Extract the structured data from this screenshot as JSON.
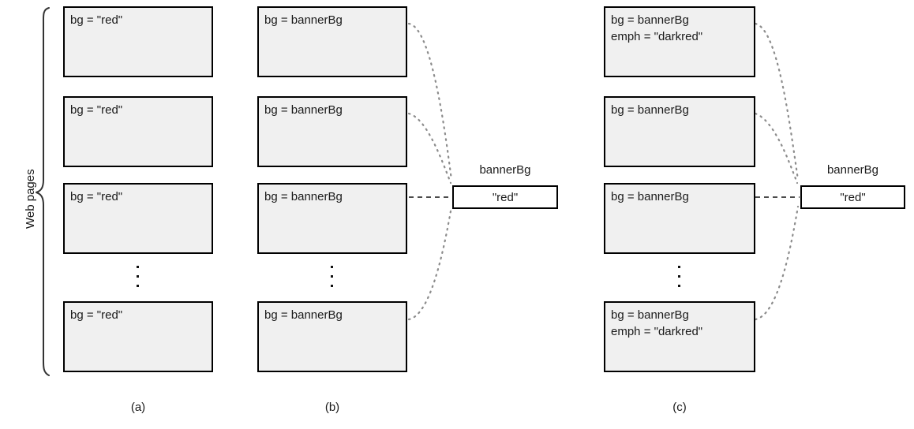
{
  "figure": {
    "group_label": "Web pages",
    "ellipsis_glyph": "vertical-ellipsis"
  },
  "columns": [
    {
      "id": "a",
      "caption": "(a)",
      "has_value_box": false,
      "boxes": [
        {
          "lines": [
            "bg = \"red\""
          ]
        },
        {
          "lines": [
            "bg = \"red\""
          ]
        },
        {
          "lines": [
            "bg = \"red\""
          ]
        },
        {
          "lines": [
            "bg = \"red\""
          ]
        }
      ]
    },
    {
      "id": "b",
      "caption": "(b)",
      "has_value_box": true,
      "value_name": "bannerBg",
      "value_text": "\"red\"",
      "boxes": [
        {
          "lines": [
            "bg = bannerBg"
          ]
        },
        {
          "lines": [
            "bg = bannerBg"
          ]
        },
        {
          "lines": [
            "bg = bannerBg"
          ]
        },
        {
          "lines": [
            "bg = bannerBg"
          ]
        }
      ]
    },
    {
      "id": "c",
      "caption": "(c)",
      "has_value_box": true,
      "value_name": "bannerBg",
      "value_text": "\"red\"",
      "boxes": [
        {
          "lines": [
            "bg = bannerBg",
            "emph = \"darkred\""
          ]
        },
        {
          "lines": [
            "bg = bannerBg"
          ]
        },
        {
          "lines": [
            "bg = bannerBg"
          ]
        },
        {
          "lines": [
            "bg = bannerBg",
            "emph = \"darkred\""
          ]
        }
      ]
    }
  ],
  "colors": {
    "box_fill": "#f0f0f0",
    "box_border": "#000000",
    "value_fill": "#ffffff",
    "text": "#1a1a1a",
    "connector_dotted": "#8c8c8c",
    "connector_dashed": "#111111",
    "brace": "#333333"
  }
}
